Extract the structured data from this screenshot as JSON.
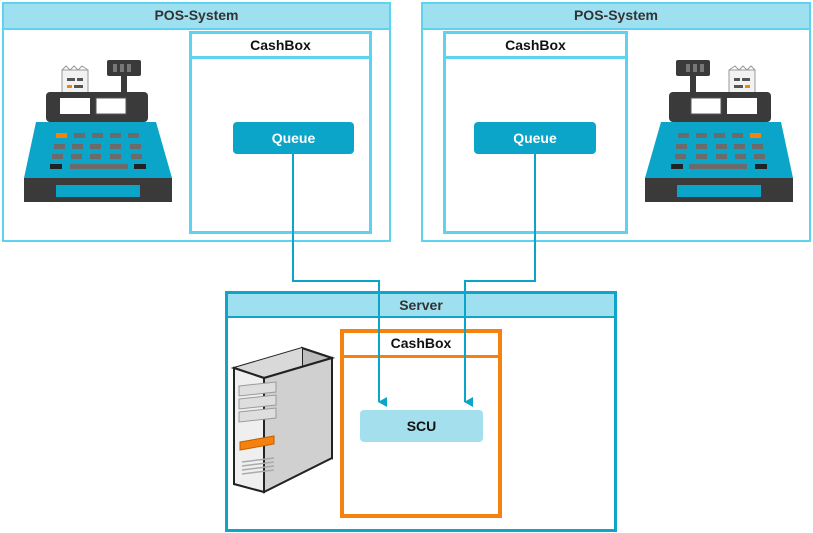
{
  "pos_left": {
    "title": "POS-System",
    "cashbox_title": "CashBox",
    "queue_label": "Queue"
  },
  "pos_right": {
    "title": "POS-System",
    "cashbox_title": "CashBox",
    "queue_label": "Queue"
  },
  "server": {
    "title": "Server",
    "cashbox_title": "CashBox",
    "scu_label": "SCU"
  },
  "colors": {
    "light_cyan": "#5dd3f0",
    "header_fill": "#9ee0f0",
    "accent_blue": "#0aa5c8",
    "orange": "#f5820f"
  },
  "icons": [
    "cash-register-icon",
    "server-tower-icon"
  ]
}
